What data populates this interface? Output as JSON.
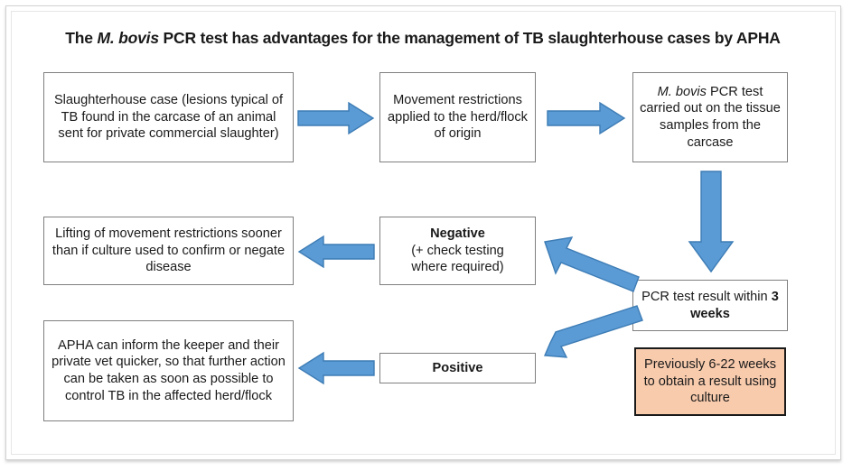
{
  "title": {
    "prefix": "The ",
    "italic": "M. bovis",
    "suffix": " PCR test has advantages for the management of TB slaughterhouse cases by APHA"
  },
  "colors": {
    "arrow_fill": "#5b9bd5",
    "arrow_stroke": "#3d7cb5",
    "box_border": "#7f7f7f",
    "highlight_fill": "#f8cbad",
    "highlight_border": "#1a1a1a",
    "text": "#1a1a1a",
    "page_background": "#ffffff"
  },
  "nodes": {
    "slaughterhouse_case": {
      "text": "Slaughterhouse case (lesions typical of TB found in the carcase of an animal sent for private commercial slaughter)"
    },
    "movement_restrictions": {
      "text": "Movement restrictions applied to the herd/flock of origin"
    },
    "pcr_test_carried_out": {
      "italic": "M. bovis",
      "rest": " PCR test carried out on the tissue samples from the carcase"
    },
    "lifting_restrictions": {
      "text": "Lifting of movement restrictions sooner than if culture used to confirm or negate disease"
    },
    "negative": {
      "bold": "Negative",
      "line2": "(+ check testing",
      "line3": "where required)"
    },
    "pcr_result": {
      "lead": "PCR test result within ",
      "bold": "3 weeks"
    },
    "apha_inform": {
      "text": "APHA can inform the keeper and their private vet quicker, so that further action can be taken as soon as possible to control TB in the affected herd/flock"
    },
    "positive": {
      "bold": "Positive"
    },
    "previously_culture": {
      "text": "Previously 6-22 weeks to obtain a result using culture"
    }
  },
  "arrows": {
    "case_to_movement": {
      "name": "arrow-right-case-to-movement",
      "direction": "right"
    },
    "movement_to_pcr": {
      "name": "arrow-right-movement-to-pcr",
      "direction": "right"
    },
    "pcr_to_result": {
      "name": "arrow-down-pcr-to-result",
      "direction": "down"
    },
    "result_to_negative": {
      "name": "arrow-diagonal-up-left-to-negative",
      "direction": "up-left"
    },
    "result_to_positive": {
      "name": "arrow-diagonal-down-left-to-positive",
      "direction": "down-left"
    },
    "negative_to_lifting": {
      "name": "arrow-left-negative-to-lifting",
      "direction": "left"
    },
    "positive_to_apha": {
      "name": "arrow-left-positive-to-apha",
      "direction": "left"
    }
  }
}
